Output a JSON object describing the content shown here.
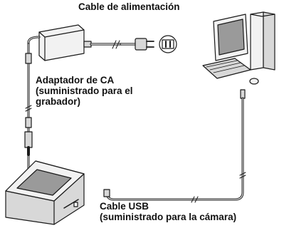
{
  "labels": {
    "power_cable": "Cable de alimentación",
    "ac_adapter": [
      "Adaptador de CA",
      "(suministrado para el",
      "grabador)"
    ],
    "usb_cable": [
      "Cable USB",
      "(suministrado para la cámara)"
    ]
  },
  "components": {
    "ac_adapter": "ac-adapter-icon",
    "wall_outlet": "wall-outlet-icon",
    "computer": "desktop-computer-icon",
    "recorder": "dvd-recorder-icon"
  },
  "colors": {
    "line": "#1a1a1a",
    "fill_light": "#f2f2f2",
    "fill_mid": "#d8d8d8",
    "fill_dark": "#9a9a9a"
  }
}
